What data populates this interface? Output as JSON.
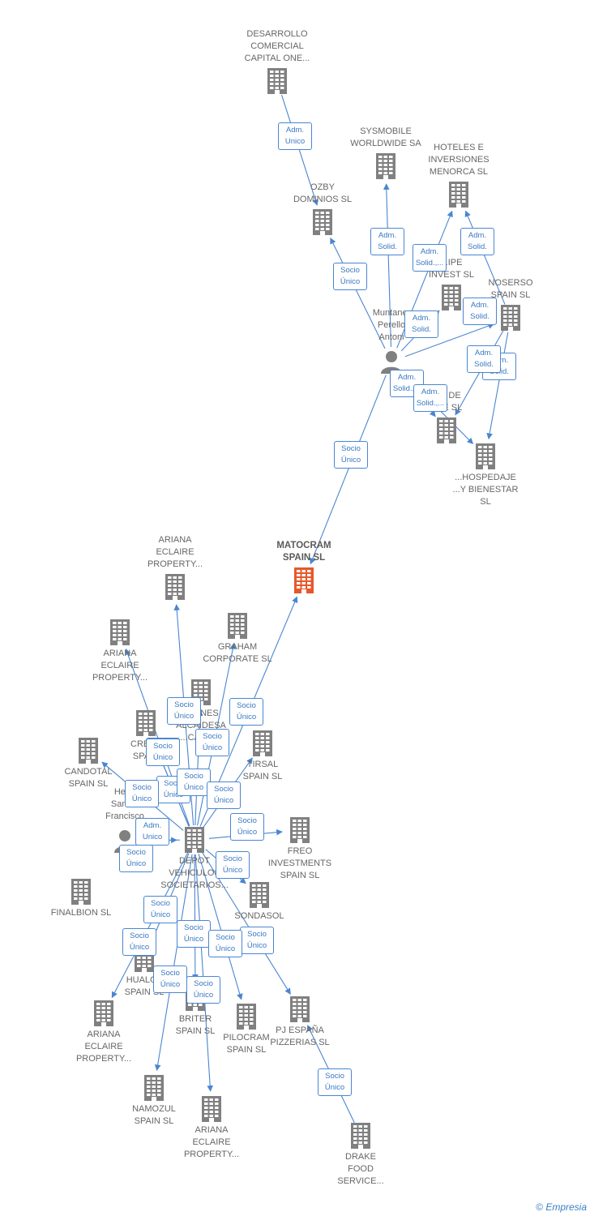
{
  "colors": {
    "company": "#808080",
    "focal": "#e8572a",
    "edge": "#4a86d0"
  },
  "brand": {
    "copyright": "©",
    "name": "Empresia"
  },
  "nodes": [
    {
      "id": "desarrollo",
      "type": "company",
      "label": "DESARROLLO\nCOMERCIAL\nCAPITAL ONE..."
    },
    {
      "id": "ozby",
      "type": "company",
      "label": "OZBY\nDOMINIOS SL"
    },
    {
      "id": "sysmobile",
      "type": "company",
      "label": "SYSMOBILE\nWORLDWIDE SA"
    },
    {
      "id": "hoteles",
      "type": "company",
      "label": "HOTELES E\nINVERSIONES\nMENORCA SL"
    },
    {
      "id": "pe_invest",
      "type": "company",
      "label": "...IPE\nINVEST SL"
    },
    {
      "id": "noserso",
      "type": "company",
      "label": "NOSERSO\nSPAIN SL"
    },
    {
      "id": "muntaner",
      "type": "person",
      "label": "Muntaner\nPerello\nAntoni"
    },
    {
      "id": "r_de",
      "type": "company",
      "label": "...R DE\n...JE SL"
    },
    {
      "id": "hospedaje",
      "type": "company",
      "label": "...HOSPEDAJE\n...Y BIENESTAR\nSL"
    },
    {
      "id": "matocram",
      "type": "focal",
      "label": "MATOCRAM\nSPAIN SL"
    },
    {
      "id": "ariana1",
      "type": "company",
      "label": "ARIANA\nECLAIRE\nPROPERTY..."
    },
    {
      "id": "graham",
      "type": "company",
      "label": "GRAHAM\nCORPORATE SL"
    },
    {
      "id": "ariana2",
      "type": "company",
      "label": "ARIANA\nECLAIRE\nPROPERTY..."
    },
    {
      "id": "alcaidesa",
      "type": "company",
      "label": "...IONES\nALCAIDESA\n...CAVID..."
    },
    {
      "id": "cresa",
      "type": "company",
      "label": "CRESA\nSPAIN"
    },
    {
      "id": "tirsal",
      "type": "company",
      "label": "TIRSAL\nSPAIN SL"
    },
    {
      "id": "candotal",
      "type": "company",
      "label": "CANDOTAL\nSPAIN SL"
    },
    {
      "id": "freo",
      "type": "company",
      "label": "FREO\nINVESTMENTS\nSPAIN SL"
    },
    {
      "id": "depot",
      "type": "company",
      "label": "DEPOT\nVEHICULOS\nSOCIETARIOS..."
    },
    {
      "id": "hernan",
      "type": "person",
      "label": "Her...\nSantos\nFrancisco"
    },
    {
      "id": "finalbion",
      "type": "company",
      "label": "FINALBION SL"
    },
    {
      "id": "sondasol",
      "type": "company",
      "label": "SONDASOL\n..."
    },
    {
      "id": "hualca",
      "type": "company",
      "label": "HUALCA\nSPAIN SL"
    },
    {
      "id": "briter",
      "type": "company",
      "label": "BRITER\nSPAIN SL"
    },
    {
      "id": "ariana3",
      "type": "company",
      "label": "ARIANA\nECLAIRE\nPROPERTY..."
    },
    {
      "id": "pilocram",
      "type": "company",
      "label": "PILOCRAM\nSPAIN SL"
    },
    {
      "id": "pjespana",
      "type": "company",
      "label": "PJ ESPAÑA\nPIZZERIAS SL"
    },
    {
      "id": "namozul",
      "type": "company",
      "label": "NAMOZUL\nSPAIN SL"
    },
    {
      "id": "ariana4",
      "type": "company",
      "label": "ARIANA\nECLAIRE\nPROPERTY..."
    },
    {
      "id": "drake",
      "type": "company",
      "label": "DRAKE\nFOOD\nSERVICE..."
    }
  ],
  "edges": [
    {
      "from": "desarrollo",
      "to": "ozby",
      "label": "Adm.\nUnico"
    },
    {
      "from": "muntaner",
      "to": "ozby",
      "label": "Socio\nÚnico"
    },
    {
      "from": "muntaner",
      "to": "sysmobile",
      "label": "Adm.\nSolid."
    },
    {
      "from": "muntaner",
      "to": "hoteles",
      "label": "Adm.\nSolid.,..."
    },
    {
      "from": "noserso",
      "to": "hoteles",
      "label": "Adm.\nSolid."
    },
    {
      "from": "muntaner",
      "to": "pe_invest",
      "label": "Adm.\nSolid."
    },
    {
      "from": "muntaner",
      "to": "noserso",
      "label": "Adm.\nSolid."
    },
    {
      "from": "noserso",
      "to": "hospedaje",
      "label": "Adm.\nSolid."
    },
    {
      "from": "noserso",
      "to": "r_de",
      "label": "Adm.\nSolid."
    },
    {
      "from": "muntaner",
      "to": "r_de",
      "label": "Adm.\nSolid.,..."
    },
    {
      "from": "muntaner",
      "to": "hospedaje",
      "label": "Adm.\nSolid.,..."
    },
    {
      "from": "muntaner",
      "to": "matocram",
      "label": "Socio\nÚnico"
    },
    {
      "from": "depot",
      "to": "matocram",
      "label": "Socio\nÚnico"
    },
    {
      "from": "depot",
      "to": "ariana1",
      "label": "Socio\nÚnico"
    },
    {
      "from": "depot",
      "to": "ariana2",
      "label": "Socio\nÚnico"
    },
    {
      "from": "depot",
      "to": "alcaidesa",
      "label": "Socio\nÚnico"
    },
    {
      "from": "depot",
      "to": "cresa",
      "label": "Socio\nÚnico"
    },
    {
      "from": "depot",
      "to": "candotal",
      "label": "Socio\nÚnico"
    },
    {
      "from": "depot",
      "to": "graham",
      "label": "Socio\nÚnico"
    },
    {
      "from": "depot",
      "to": "tirsal",
      "label": "Socio\nÚnico"
    },
    {
      "from": "depot",
      "to": "freo",
      "label": "Socio\nÚnico"
    },
    {
      "from": "depot",
      "to": "sondasol",
      "label": "Socio\nÚnico"
    },
    {
      "from": "hernan",
      "to": "depot",
      "label": "Adm.\nUnico"
    },
    {
      "from": "depot",
      "to": "hernan",
      "label": "Socio\nÚnico"
    },
    {
      "from": "depot",
      "to": "hualca",
      "label": "Socio\nÚnico"
    },
    {
      "from": "depot",
      "to": "ariana3",
      "label": "Socio\nÚnico"
    },
    {
      "from": "depot",
      "to": "briter",
      "label": "Socio\nÚnico"
    },
    {
      "from": "depot",
      "to": "namozul",
      "label": "Socio\nÚnico"
    },
    {
      "from": "depot",
      "to": "ariana4",
      "label": "Socio\nÚnico"
    },
    {
      "from": "depot",
      "to": "pilocram",
      "label": "Socio\nÚnico"
    },
    {
      "from": "depot",
      "to": "pjespana",
      "label": "Socio\nÚnico"
    },
    {
      "from": "depot",
      "to": "cresa",
      "label": "Socio\nÚnico"
    },
    {
      "from": "drake",
      "to": "pjespana",
      "label": "Socio\nÚnico"
    }
  ]
}
